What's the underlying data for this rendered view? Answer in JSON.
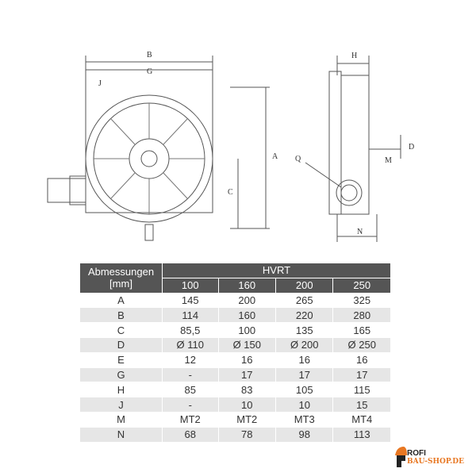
{
  "diagram": {
    "labels": {
      "B": "B",
      "G": "G",
      "J": "J",
      "A": "A",
      "C": "C",
      "H": "H",
      "D": "D",
      "M": "M",
      "Q": "Q",
      "N": "N"
    }
  },
  "table": {
    "header_label": "Abmessungen",
    "header_unit": "[mm]",
    "model": "HVRT",
    "sizes": [
      "100",
      "160",
      "200",
      "250"
    ],
    "rows": [
      {
        "label": "A",
        "values": [
          "145",
          "200",
          "265",
          "325"
        ]
      },
      {
        "label": "B",
        "values": [
          "114",
          "160",
          "220",
          "280"
        ]
      },
      {
        "label": "C",
        "values": [
          "85,5",
          "100",
          "135",
          "165"
        ]
      },
      {
        "label": "D",
        "values": [
          "Ø 110",
          "Ø 150",
          "Ø 200",
          "Ø 250"
        ]
      },
      {
        "label": "E",
        "values": [
          "12",
          "16",
          "16",
          "16"
        ]
      },
      {
        "label": "G",
        "values": [
          "-",
          "17",
          "17",
          "17"
        ]
      },
      {
        "label": "H",
        "values": [
          "85",
          "83",
          "105",
          "115"
        ]
      },
      {
        "label": "J",
        "values": [
          "-",
          "10",
          "10",
          "15"
        ]
      },
      {
        "label": "M",
        "values": [
          "MT2",
          "MT2",
          "MT3",
          "MT4"
        ]
      },
      {
        "label": "N",
        "values": [
          "68",
          "78",
          "98",
          "113"
        ]
      }
    ]
  },
  "logo": {
    "line1": "ROFI",
    "line2": "BAU-SHOP.DE",
    "accent": "#e87722"
  }
}
